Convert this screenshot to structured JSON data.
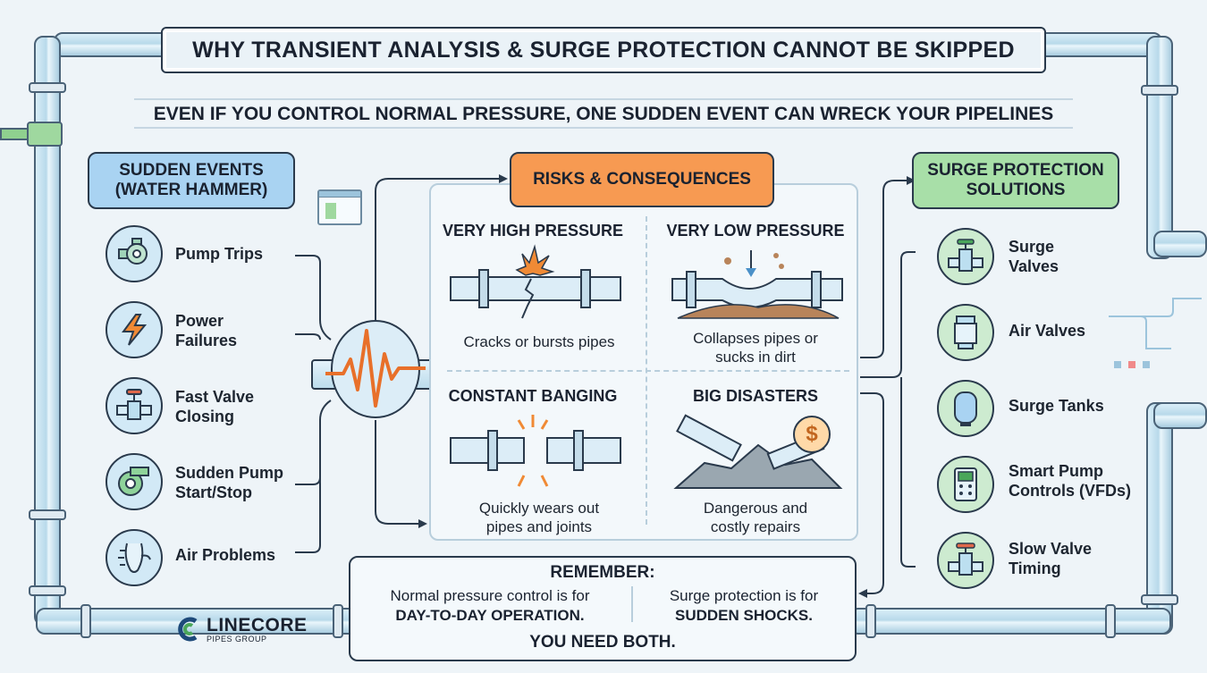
{
  "title": "WHY TRANSIENT ANALYSIS & SURGE PROTECTION CANNOT BE SKIPPED",
  "subtitle": "EVEN IF YOU CONTROL NORMAL PRESSURE, ONE SUDDEN EVENT CAN WRECK YOUR PIPELINES",
  "left_column": {
    "header_line1": "SUDDEN EVENTS",
    "header_line2": "(WATER HAMMER)",
    "items": [
      {
        "line1": "Pump Trips",
        "line2": "",
        "icon": "pump-icon"
      },
      {
        "line1": "Power",
        "line2": "Failures",
        "icon": "lightning-icon"
      },
      {
        "line1": "Fast Valve",
        "line2": "Closing",
        "icon": "valve-icon"
      },
      {
        "line1": "Sudden Pump",
        "line2": "Start/Stop",
        "icon": "pump-motor-icon"
      },
      {
        "line1": "Air Problems",
        "line2": "",
        "icon": "air-bubble-icon"
      }
    ]
  },
  "center": {
    "header": "RISKS & CONSEQUENCES",
    "cells": [
      {
        "title": "VERY HIGH PRESSURE",
        "caption_line1": "Cracks or bursts pipes",
        "caption_line2": ""
      },
      {
        "title": "VERY LOW PRESSURE",
        "caption_line1": "Collapses pipes or",
        "caption_line2": "sucks in dirt"
      },
      {
        "title": "CONSTANT BANGING",
        "caption_line1": "Quickly wears out",
        "caption_line2": "pipes and joints"
      },
      {
        "title": "BIG DISASTERS",
        "caption_line1": "Dangerous and",
        "caption_line2": "costly repairs"
      }
    ],
    "currency_symbol": "$"
  },
  "right_column": {
    "header_line1": "SURGE PROTECTION",
    "header_line2": "SOLUTIONS",
    "items": [
      {
        "line1": "Surge",
        "line2": "Valves",
        "icon": "surge-valve-icon"
      },
      {
        "line1": "Air Valves",
        "line2": "",
        "icon": "air-valve-icon"
      },
      {
        "line1": "Surge Tanks",
        "line2": "",
        "icon": "surge-tank-icon"
      },
      {
        "line1": "Smart Pump",
        "line2": "Controls (VFDs)",
        "icon": "vfd-controller-icon"
      },
      {
        "line1": "Slow Valve",
        "line2": "Timing",
        "icon": "slow-valve-icon"
      }
    ]
  },
  "remember": {
    "heading": "REMEMBER:",
    "left_line1": "Normal pressure control is for",
    "left_line2": "DAY-TO-DAY OPERATION.",
    "right_line1": "Surge protection is for",
    "right_line2": "SUDDEN SHOCKS.",
    "footer": "YOU NEED BOTH."
  },
  "logo": {
    "name": "LINECORE",
    "tagline": "PIPES GROUP"
  },
  "colors": {
    "blue_header": "#a9d3f2",
    "orange_header": "#f79a52",
    "green_header": "#a8dfa8",
    "pulse_line": "#e8702a",
    "outline": "#2a3a4c"
  }
}
